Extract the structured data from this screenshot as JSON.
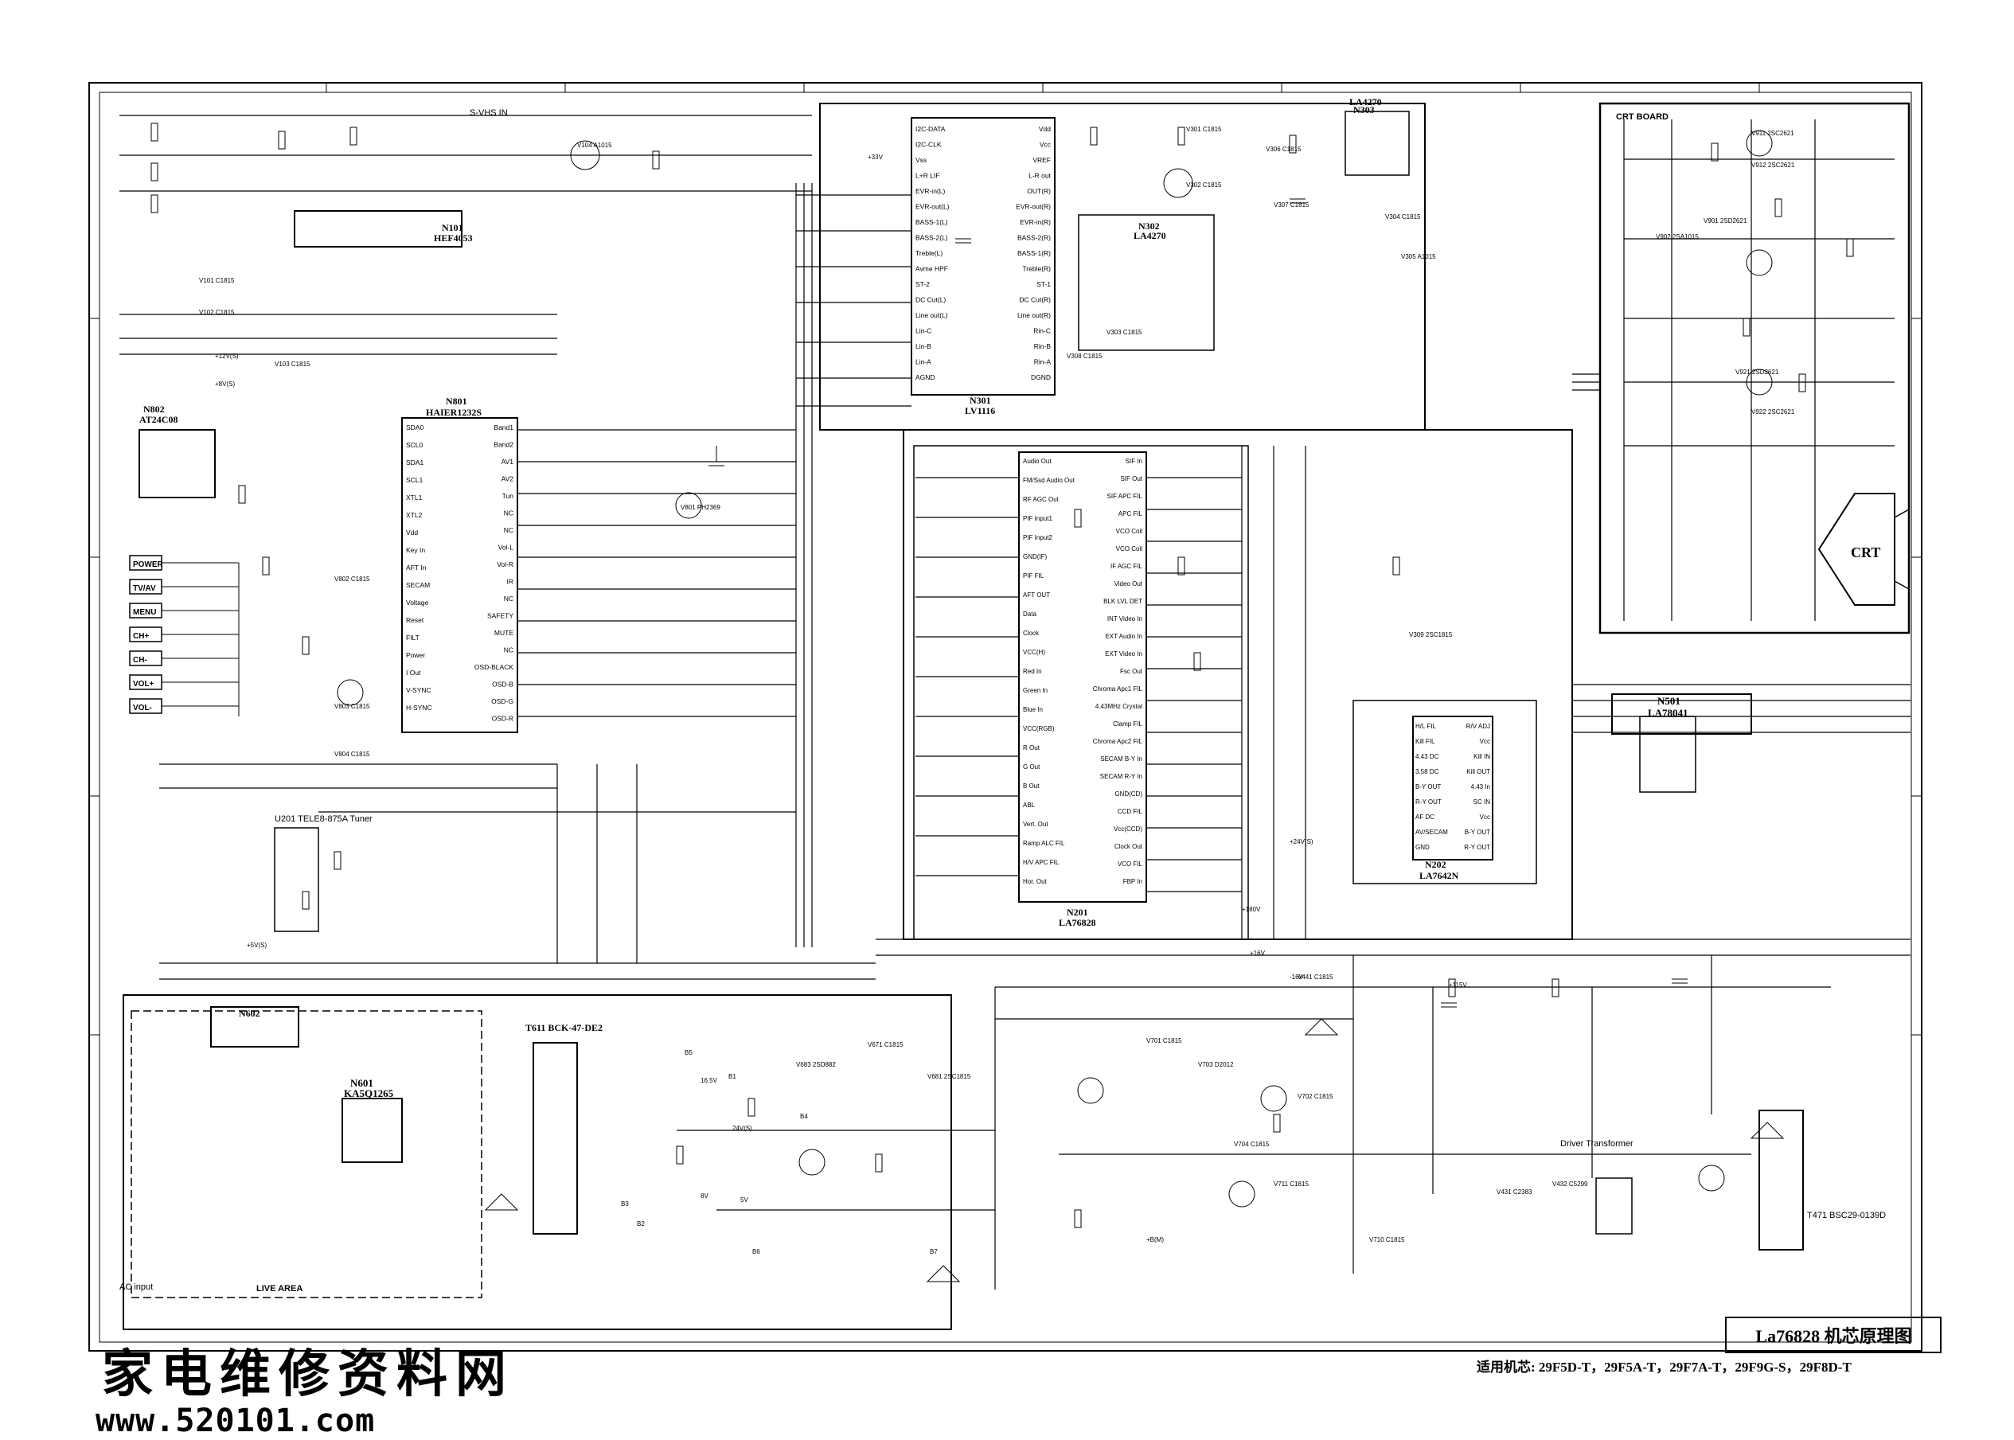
{
  "drawing": {
    "title": "La76828 机芯原理图",
    "models_prefix": "适用机芯:",
    "models": "29F5D-T，29F5A-T，29F7A-T，29F9G-S，29F8D-T",
    "site_cn": "家电维修资料网",
    "site_url": "www.520101.com"
  },
  "chips": {
    "n801": {
      "ref": "N801",
      "part": "HAIER1232S"
    },
    "n301": {
      "ref": "N301",
      "part": "LV1116"
    },
    "n302": {
      "ref": "N302",
      "part": "LA4270"
    },
    "n303": {
      "ref": "N303",
      "part": "LA4270"
    },
    "n201": {
      "ref": "N201",
      "part": "LA76828"
    },
    "n202": {
      "ref": "N202",
      "part": "LA7642N"
    },
    "n501": {
      "ref": "N501",
      "part": "LA78041"
    },
    "n601": {
      "ref": "N601",
      "part": "KA5Q1265"
    },
    "n101": {
      "ref": "N101",
      "part": "HEF4053"
    },
    "n802": {
      "ref": "N802",
      "part": "AT24C08"
    }
  },
  "blocks": {
    "crt_board": "CRT BOARD",
    "crt": "CRT",
    "tuner": "U201 TELE8-875A Tuner",
    "power_in": "AC input",
    "live_area": "LIVE AREA",
    "t611": "T611 BCK-47-DE2",
    "driver_tf": "Driver Transformer",
    "t471": "T471 BSC29-0139D",
    "svhs": "S-VHS IN"
  },
  "keys": [
    "POWER",
    "TV/AV",
    "MENU",
    "CH+",
    "CH-",
    "VOL+",
    "VOL-"
  ],
  "pins": {
    "n801_left": [
      "SDA0",
      "SCL0",
      "SDA1",
      "SCL1",
      "XTL1",
      "XTL2",
      "Vdd",
      "Key In",
      "AFT In",
      "SECAM",
      "Voltage",
      "Reset",
      "FILT",
      "Power",
      "I Out",
      "V-SYNC",
      "H-SYNC"
    ],
    "n801_right": [
      "Band1",
      "Band2",
      "AV1",
      "AV2",
      "Tun",
      "NC",
      "NC",
      "Vol-L",
      "Vol-R",
      "IR",
      "NC",
      "SAFETY",
      "MUTE",
      "NC",
      "OSD-BLACK",
      "OSD-B",
      "OSD-G",
      "OSD-R"
    ],
    "n301_left": [
      "I2C-DATA",
      "I2C-CLK",
      "Vss",
      "L+R LIF",
      "EVR-in(L)",
      "EVR-out(L)",
      "BASS-1(L)",
      "BASS-2(L)",
      "Treble(L)",
      "Avme HPF",
      "ST-2",
      "DC Cut(L)",
      "Line out(L)",
      "Lin-C",
      "Lin-B",
      "Lin-A",
      "AGND"
    ],
    "n301_right": [
      "Vdd",
      "Vcc",
      "VREF",
      "L-R out",
      "OUT(R)",
      "EVR-out(R)",
      "EVR-in(R)",
      "BASS-2(R)",
      "BASS-1(R)",
      "Treble(R)",
      "ST-1",
      "DC Cut(R)",
      "Line out(R)",
      "Rin-C",
      "Rin-B",
      "Rin-A",
      "DGND"
    ],
    "n201_left": [
      "Audio Out",
      "FM/Ssd Audio Out",
      "RF AGC Out",
      "PIF Input1",
      "PIF Input2",
      "GND(IF)",
      "PIF FIL",
      "AFT OUT",
      "Data",
      "Clock",
      "VCC(H)",
      "Red In",
      "Green In",
      "Blue In",
      "VCC(RGB)",
      "R Out",
      "G Out",
      "B Out",
      "ABL",
      "Vert. Out",
      "Ramp ALC FIL",
      "H/V APC FIL",
      "Hor. Out"
    ],
    "n201_right": [
      "SIF In",
      "SIF Out",
      "SIF APC FIL",
      "APC FIL",
      "VCO Coil",
      "VCO Coil",
      "IF AGC FIL",
      "Video Out",
      "BLK LVL DET",
      "INT Video In",
      "EXT Audio In",
      "EXT Video In",
      "Fsc Out",
      "Chroma Apc1 FIL",
      "4.43MHz Crystal",
      "Clamp FIL",
      "Chroma Apc2 FIL",
      "SECAM B-Y In",
      "SECAM R-Y In",
      "GND(CD)",
      "CCD FIL",
      "Vcc(CCD)",
      "Clock Out",
      "VCO FIL",
      "FBP In"
    ],
    "n202_left": [
      "H/L FIL",
      "Kill FIL",
      "4.43 DC",
      "3.58 DC",
      "B-Y OUT",
      "R-Y OUT",
      "AF DC",
      "AV/SECAM",
      "GND"
    ],
    "n202_right": [
      "R/V ADJ",
      "Vcc",
      "Kill IN",
      "Kill OUT",
      "4.43 In",
      "SC IN",
      "Vcc",
      "B-Y OUT",
      "R-Y OUT"
    ]
  },
  "transistors": [
    "V101 C1815",
    "V102 C1815",
    "V103 C1815",
    "V104 A1015",
    "V801 PH2369",
    "V802 C1815",
    "V803 C1815",
    "V804 C1815",
    "V301 C1815",
    "V302 C1815",
    "V303 C1815",
    "V304 C1815",
    "V305 A1015",
    "V306 C1815",
    "V307 C1815",
    "V308 C1815",
    "V309 2SC1815",
    "V431 C2383",
    "V432 C5299",
    "V441 C1815",
    "V671 C1815",
    "V681 2SC1815",
    "V683 2SD882",
    "V701 C1815",
    "V702 C1815",
    "V703 D2012",
    "V704 C1815",
    "V710 C1815",
    "V711 C1815",
    "V901 2SD2621",
    "V902 2SA1015",
    "V911 2SC2621",
    "V912 2SC2621",
    "V921 2SD2621",
    "V922 2SC2621"
  ],
  "net_labels": [
    "+12V(S)",
    "+8V(S)",
    "+5V(S)",
    "+33V",
    "+16V",
    "-16V",
    "+24V(S)",
    "+180V",
    "+115V",
    "+B(M)",
    "24V(S)",
    "16.5V",
    "5V",
    "8V",
    "B1",
    "B2",
    "B3",
    "B4",
    "B5",
    "B6",
    "B7"
  ]
}
